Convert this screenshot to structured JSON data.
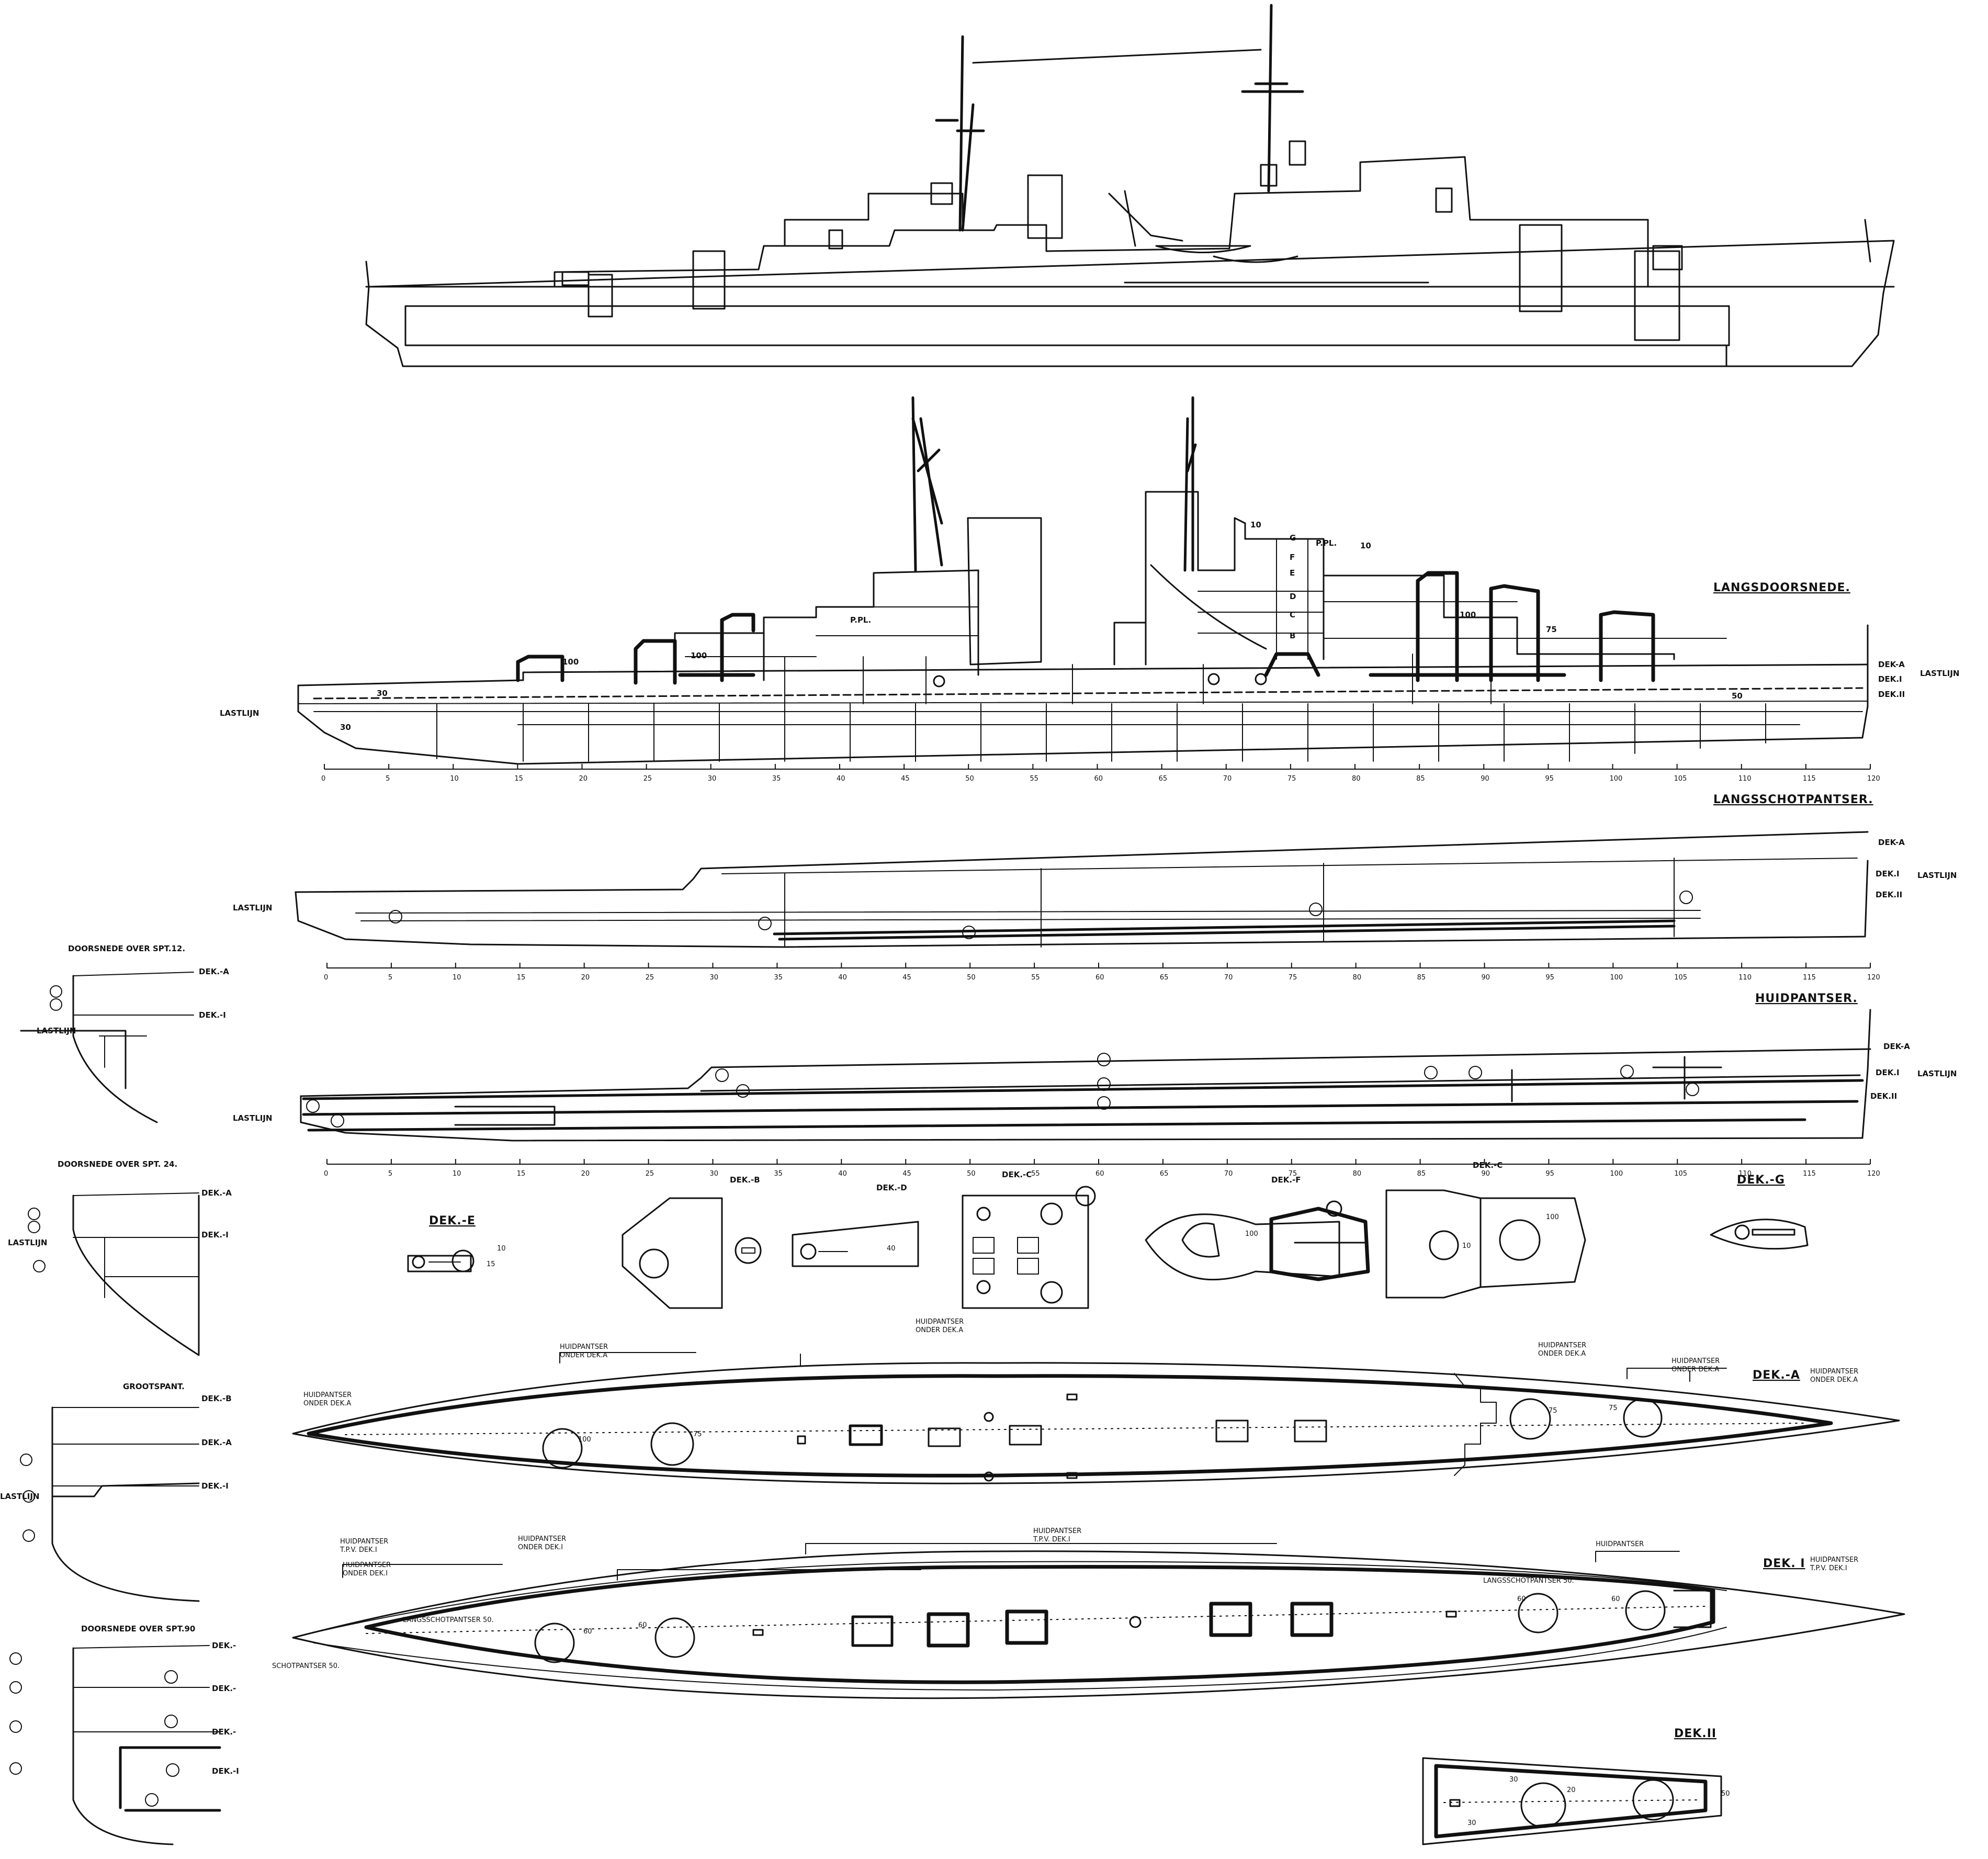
{
  "titles": {
    "langsdoorsnede": "LANGSDOORSNEDE.",
    "langsschotpantser": "LANGSSCHOTPANTSER.",
    "huidpantser": "HUIDPANTSER."
  },
  "deck_labels": {
    "dek_a": "DEK-A",
    "dek_i": "DEK.I",
    "dek_ii": "DEK.II",
    "lastlijn": "LASTLIJN"
  },
  "frame_ticks": [
    "0",
    "5",
    "10",
    "15",
    "20",
    "25",
    "30",
    "35",
    "40",
    "45",
    "50",
    "55",
    "60",
    "65",
    "70",
    "75",
    "80",
    "85",
    "90",
    "95",
    "100",
    "105",
    "110",
    "115",
    "120"
  ],
  "section_titles": {
    "spt12": "DOORSNEDE OVER SPT.12.",
    "spt24": "DOORSNEDE OVER SPT. 24.",
    "grootspant": "GROOTSPANT.",
    "spt90": "DOORSNEDE OVER SPT.90"
  },
  "section_decks": {
    "spt12": [
      "DEK.-A",
      "DEK.-I"
    ],
    "spt24": [
      "DEK.-A",
      "DEK.-I"
    ],
    "grootspant": [
      "DEK.-B",
      "DEK.-A",
      "DEK.-I"
    ],
    "spt90": [
      "DEK.-",
      "DEK.-",
      "DEK.-",
      "DEK.-I"
    ]
  },
  "upper_decks": {
    "dek_e": "DEK.-E",
    "dek_b": "DEK.-B",
    "dek_d": "DEK.-D",
    "dek_c1": "DEK.-C",
    "dek_f": "DEK.-F",
    "dek_c2": "DEK.-C",
    "dek_g": "DEK.-G"
  },
  "plan_titles": {
    "dek_a": "DEK.-A",
    "dek_i": "DEK. I",
    "dek_ii": "DEK.II"
  },
  "plan_notes": {
    "huidpantser": "HUIDPANTSER",
    "onder_dek_a": "ONDER DEK.A",
    "tpv_dek_i": "T.P.V. DEK.I",
    "onder_dek_i": "ONDER DEK.I",
    "langsschotpantser_50": "LANGSSCHOTPANTSER 50.",
    "schotpantser_50": "SCHOTPANTSER 50."
  },
  "armor_values": {
    "a": "100",
    "b": "75",
    "c": "60",
    "d": "50",
    "e": "30",
    "f": "20",
    "g": "10",
    "h": "15",
    "i": "40"
  },
  "superstructure_letters": [
    "G",
    "F",
    "E",
    "D",
    "C",
    "B"
  ],
  "ppl": "P.PL.",
  "colors": {
    "ink": "#111111",
    "paper": "#ffffff"
  }
}
